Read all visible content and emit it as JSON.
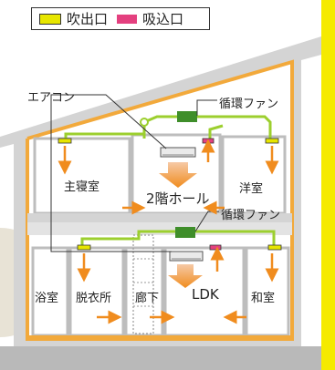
{
  "legend": {
    "outlet_label": "吹出口",
    "inlet_label": "吸込口",
    "outlet_color": "#e7e600",
    "inlet_color": "#e4407f"
  },
  "labels": {
    "aircon": "エアコン",
    "fan_upper": "循環ファン",
    "fan_lower": "循環ファン",
    "master_bedroom": "主寝室",
    "hall_2f": "2階ホール",
    "western_room": "洋室",
    "bathroom": "浴室",
    "dressing_room": "脱衣所",
    "corridor": "廊下",
    "ldk": "LDK",
    "japanese_room": "和室"
  },
  "colors": {
    "duct": "#9ccf2e",
    "airflow": "#f08c1e",
    "frame": "#f2a93b",
    "wall": "#d9d9d9",
    "accent_strip": "#f5ea00"
  }
}
